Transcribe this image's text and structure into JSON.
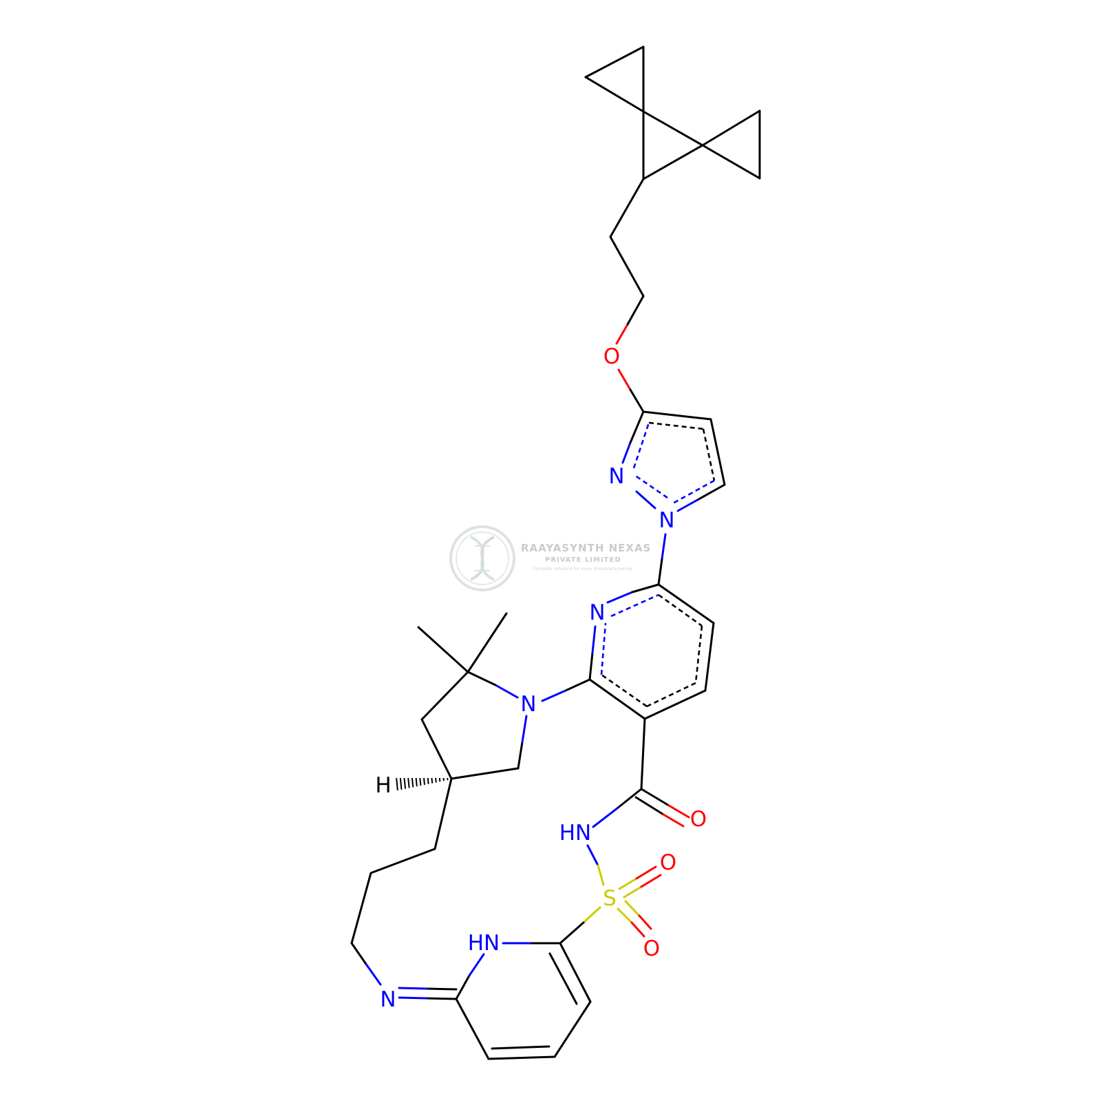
{
  "watermark": {
    "company": "RAAYASYNTH NEXAS",
    "subtitle": "PRIVATE LIMITED",
    "tagline": "Complete solutions for every molecule's journey"
  },
  "colors": {
    "carbon": "#000000",
    "nitrogen": "#0000ff",
    "oxygen": "#ff0000",
    "sulfur": "#cccc00",
    "hydrogen": "#000000",
    "watermark": "#c9ccc9"
  },
  "atoms": {
    "o_ether": "O",
    "n_pyrazole_2": "N",
    "n_pyrazole_1": "N",
    "n_pyridine": "N",
    "n_pyrrolidine": "N",
    "h_stereo": "H",
    "o_carbonyl": "O",
    "nh_amide": "HN",
    "o_sulfonyl_1": "O",
    "s_sulfonyl": "S",
    "o_sulfonyl_2": "O",
    "nh_ring": "HN",
    "n_imine": "N"
  }
}
